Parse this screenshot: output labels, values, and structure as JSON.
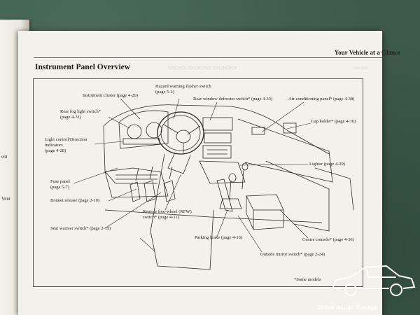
{
  "header": {
    "section_header": "Your Vehicle at a Glance",
    "page_title": "Instrument Panel Overview"
  },
  "left_page": {
    "fragments": [
      "ent",
      "Vent"
    ]
  },
  "labels": {
    "instrument_cluster": "Instrument cluster (page 4-20)",
    "hazard": "Hazard warning flasher switch\n(page 5-2)",
    "rear_window_defroster": "Rear window defroster switch* (page 4-33)",
    "air_conditioning": "Air-conditioning panel* (page 4-38)",
    "rear_fog": "Rear fog light switch*\n(page 4-31)",
    "cup_holder": "Cup holder* (page 4-36)",
    "light_control": "Light control/Direction\nindicators\n(page 4-28)",
    "lighter": "Lighter (page 4-39)",
    "fuse_panel": "Fuse panel\n(page 5-7)",
    "bonnet_release": "Bonnet release (page 2-10)",
    "remote_free_wheel": "Remote free-wheel (RFW)\nswitch* (page 4-11)",
    "seat_warmer": "Seat warmer switch* (page 2-15)",
    "parking_brake": "Parking brake (page 4-16)",
    "centre_console": "Centre console* (page 4-36)",
    "outside_mirror": "Outside mirror switch* (page 2-24)"
  },
  "footnote": "*Some models",
  "watermark": {
    "text": "Orfini Italian Garage"
  }
}
